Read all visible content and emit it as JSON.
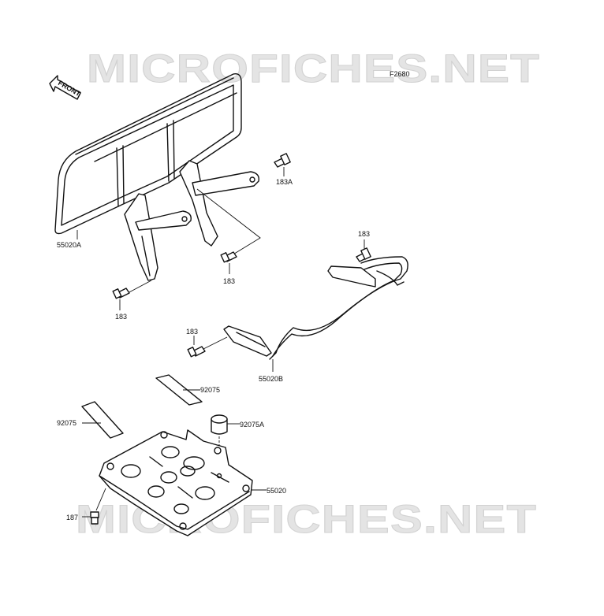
{
  "figure_code": "F2680",
  "watermark": "MICROFICHES.NET",
  "front_arrow_label": "FRONT",
  "labels": {
    "rack_front": "55020A",
    "bolt_183a": "183A",
    "bolt_183_center": "183",
    "bolt_183_left": "183",
    "bolt_183_rear_top": "183",
    "bolt_183_rear_mid": "183",
    "rack_rear": "55020B",
    "pad_right": "92075",
    "pad_left": "92075",
    "damper": "92075A",
    "guard": "55020",
    "bolt_187": "187"
  }
}
